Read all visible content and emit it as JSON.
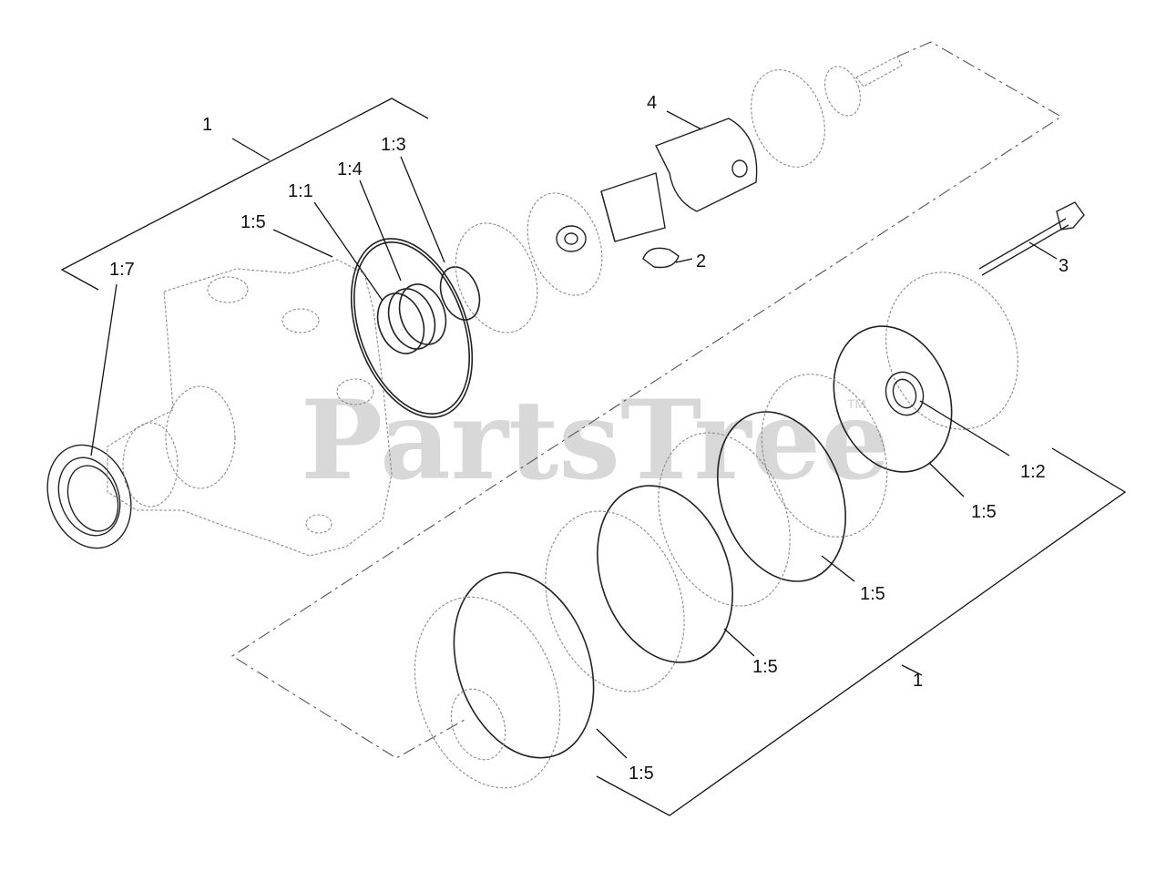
{
  "watermark": {
    "brand": "PartsTree",
    "trademark": "TM"
  },
  "callouts": {
    "top_assembly": "1",
    "bottom_assembly": "1",
    "seal": "1:7",
    "oring_upper": "1:5",
    "spring": "1:1",
    "ring_1_4": "1:4",
    "ring_1_3": "1:3",
    "shaft": "4",
    "key": "2",
    "bolt": "3",
    "washer": "1:2",
    "oring_right": "1:5",
    "oring_mid": "1:5",
    "oring_lower": "1:5",
    "oring_bottom": "1:5"
  }
}
